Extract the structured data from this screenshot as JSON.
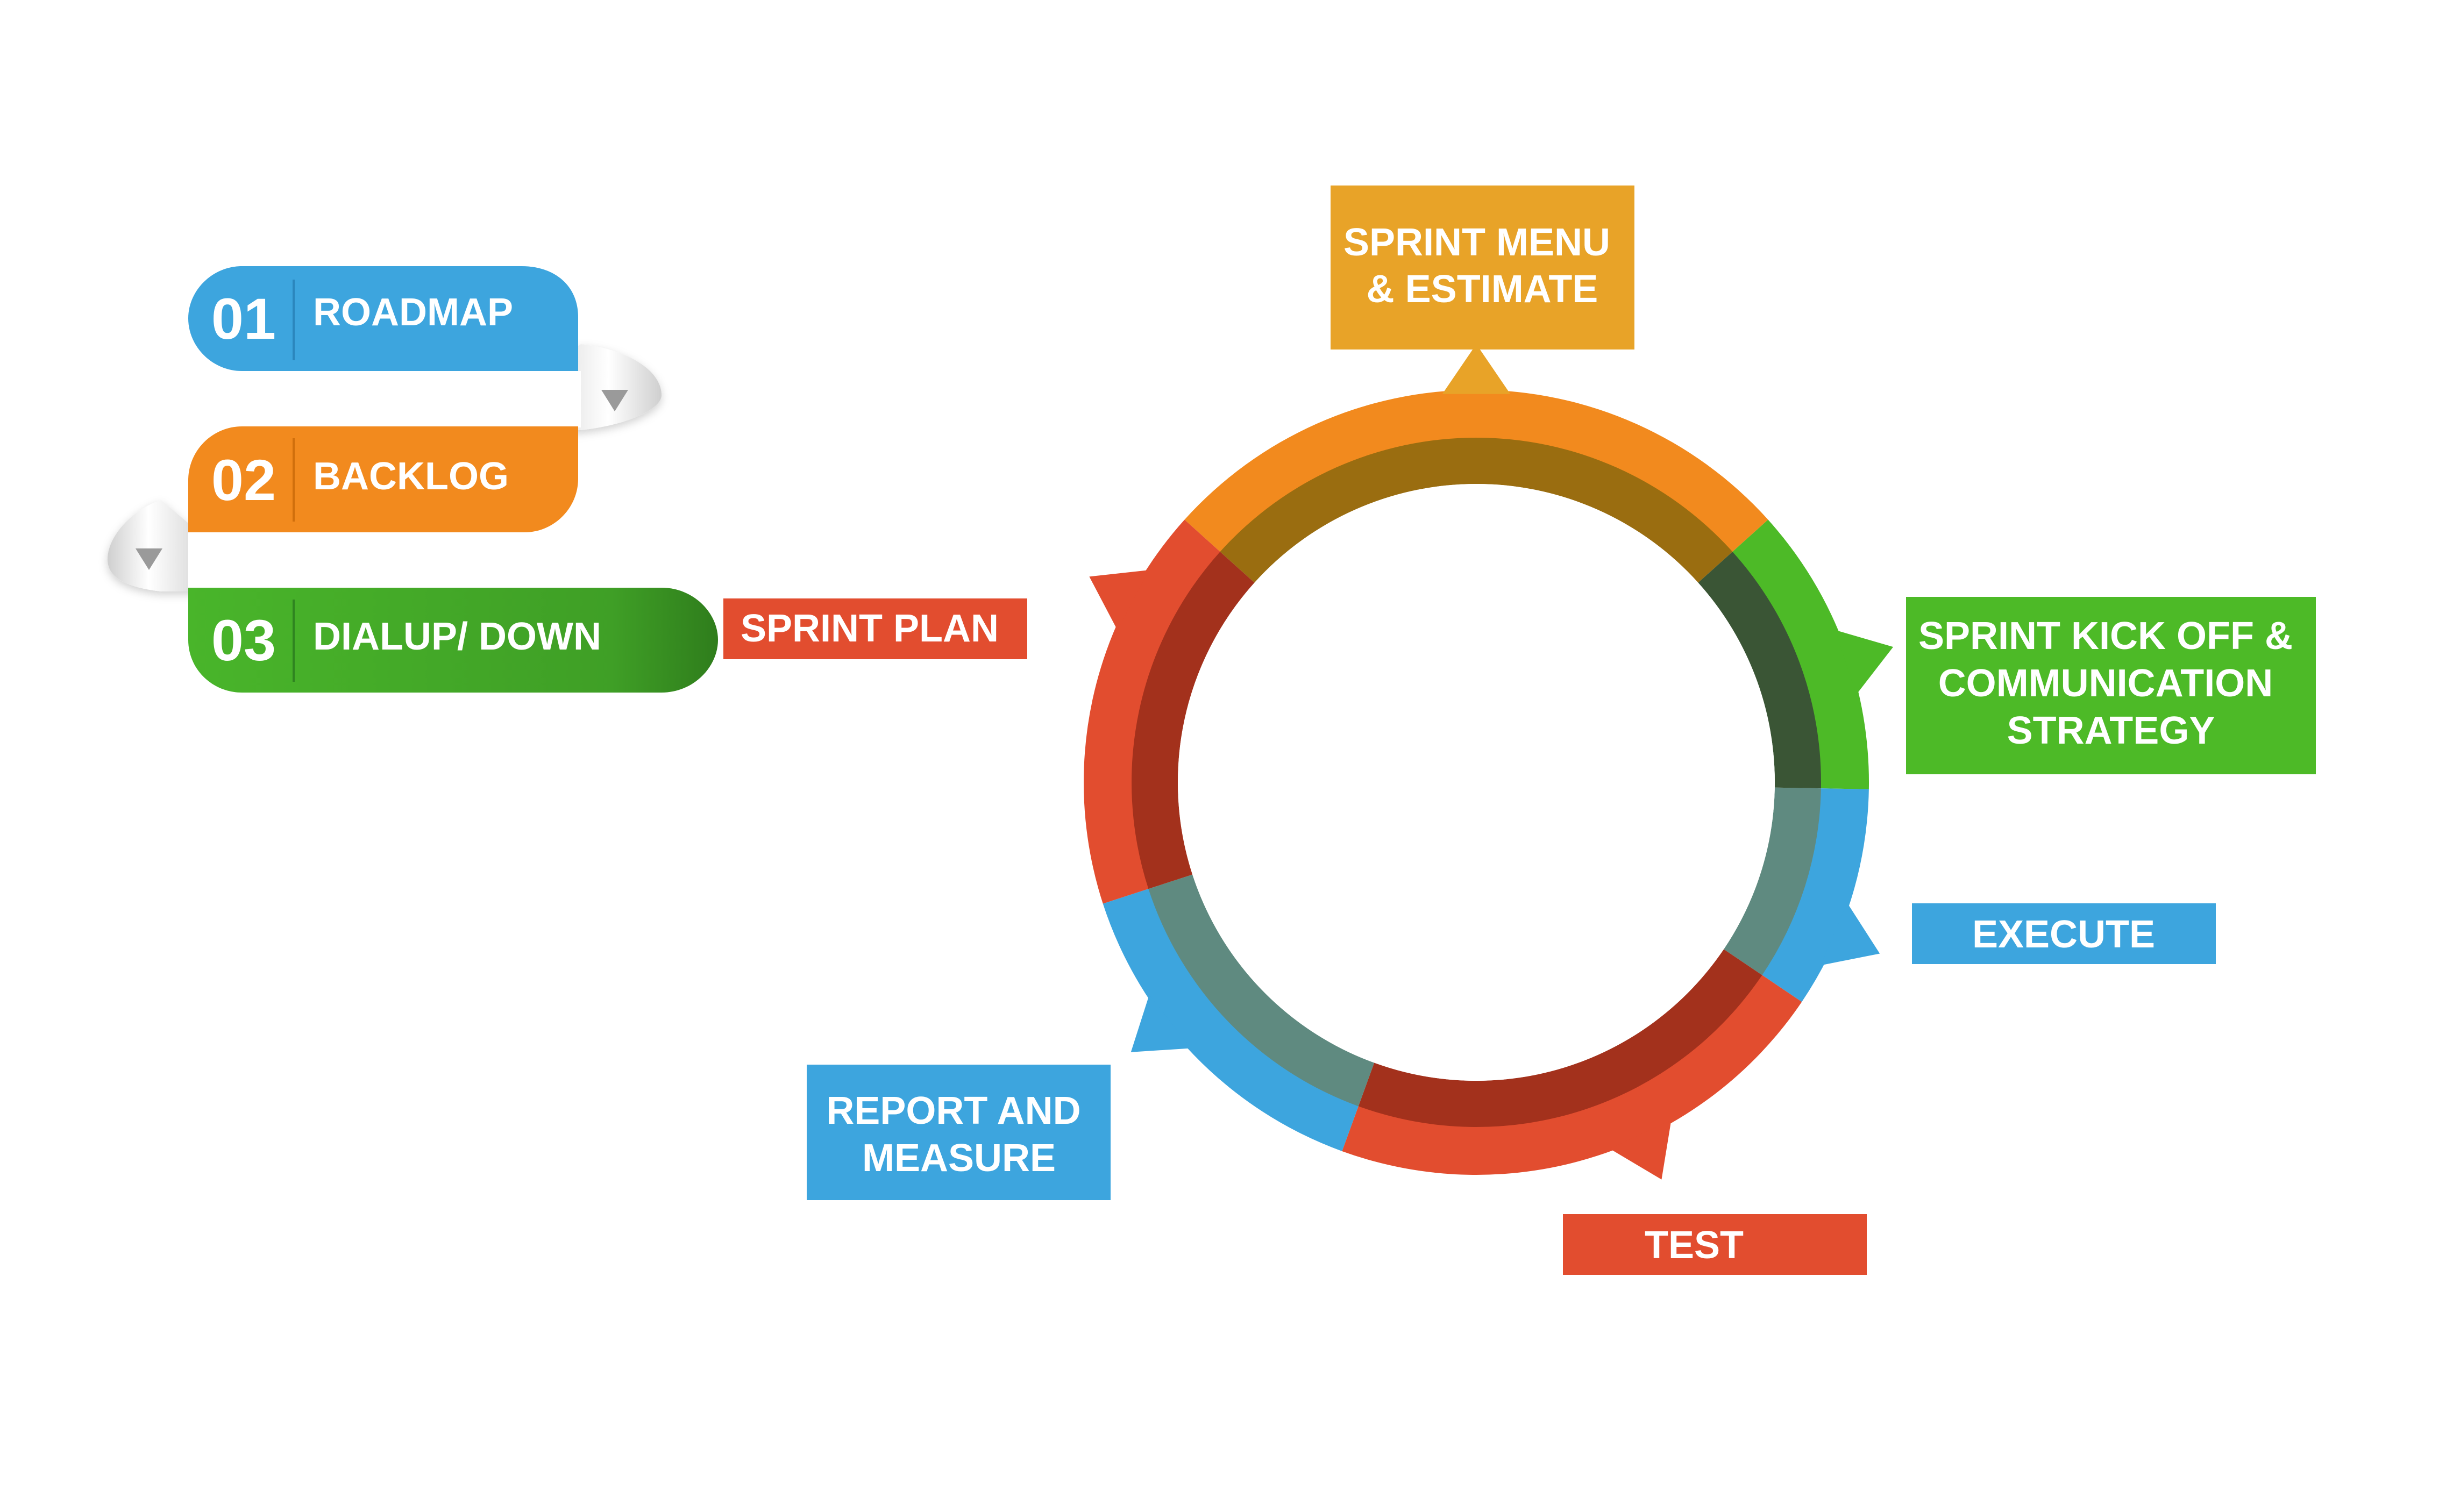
{
  "steps": [
    {
      "number": "01",
      "label": "ROADMAP",
      "color": "#3da5de"
    },
    {
      "number": "02",
      "label": "BACKLOG",
      "color": "#f28a1e"
    },
    {
      "number": "03",
      "label": "DIALUP/ DOWN",
      "color": "#3aa12c"
    }
  ],
  "cycle": {
    "stages": [
      {
        "id": "sprint-menu",
        "lines": [
          "SPRINT MENU",
          "& ESTIMATE"
        ],
        "color": "#e8a328",
        "ring_color": "#f28a1e"
      },
      {
        "id": "kickoff",
        "lines": [
          "SPRINT KICK OFF &",
          "COMMUNICATION",
          "STRATEGY"
        ],
        "color": "#4dba27",
        "ring_color": "#4dba27"
      },
      {
        "id": "execute",
        "lines": [
          "EXECUTE"
        ],
        "color": "#3da5de",
        "ring_color": "#3da5de"
      },
      {
        "id": "test",
        "lines": [
          "TEST"
        ],
        "color": "#e24d2f",
        "ring_color": "#e24d2f"
      },
      {
        "id": "report",
        "lines": [
          "REPORT AND",
          "MEASURE"
        ],
        "color": "#3da5de",
        "ring_color": "#3da5de"
      },
      {
        "id": "sprint-plan",
        "lines": [
          "SPRINT PLAN"
        ],
        "color": "#e24d2f",
        "ring_color": "#e24d2f"
      }
    ]
  },
  "icons": {
    "fold_arrow": "triangle-down-icon"
  }
}
